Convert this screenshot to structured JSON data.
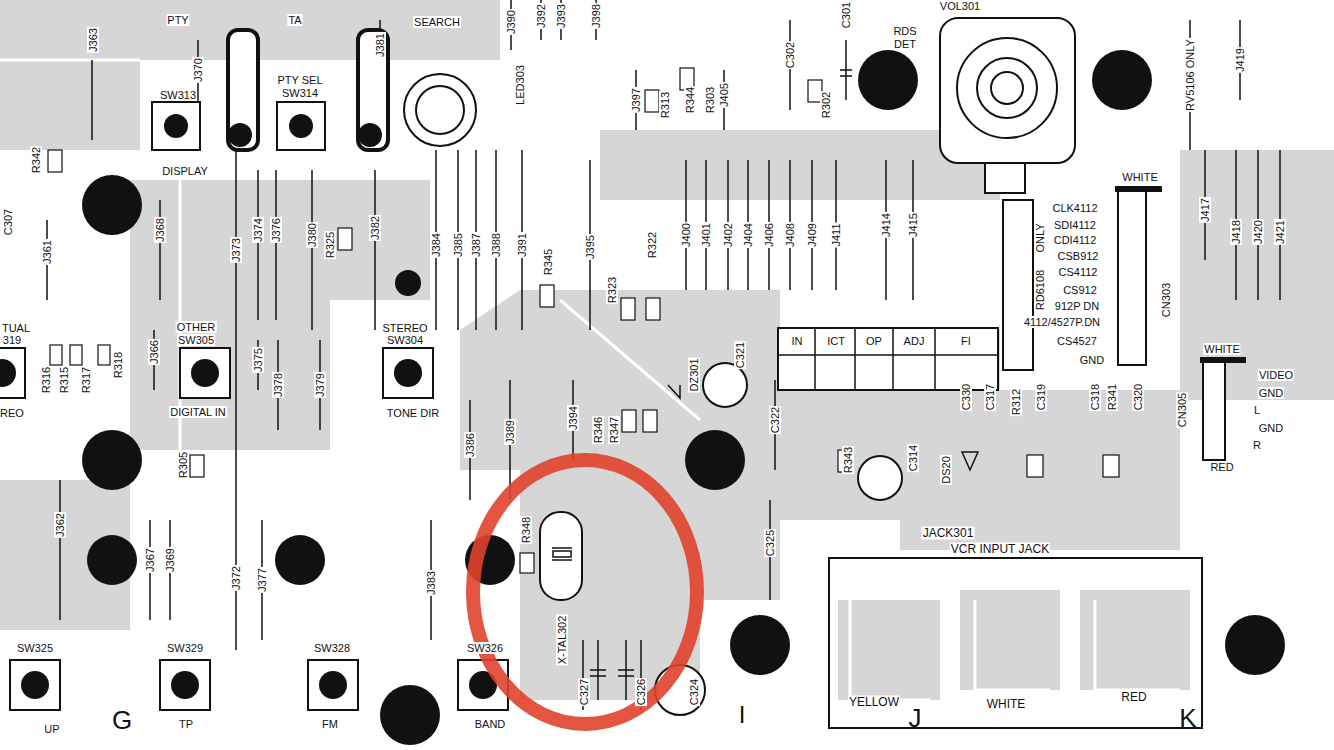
{
  "diagram": {
    "nodes": [
      {
        "text": [
          "JACK301",
          "VCR INPUT JACK",
          "YELLOW",
          "WHITE",
          "RED"
        ]
      }
    ],
    "labels": [
      "PTY",
      "TA",
      "SEARCH",
      "J390",
      "J392",
      "J393",
      "J398",
      "J363",
      "J370",
      "J381",
      "PTY SEL",
      "SW314",
      "SW313",
      "DISPLAY",
      "LED303",
      "J397",
      "R313",
      "R344",
      "R303",
      "J405",
      "C302",
      "R302",
      "C301",
      "RDS DET",
      "VOL301",
      "RV5106 ONLY",
      "J419",
      "R342",
      "C307",
      "J361",
      "J368",
      "J373",
      "J374",
      "J376",
      "J380",
      "R325",
      "J382",
      "J384",
      "J385",
      "J387",
      "J388",
      "J391",
      "R345",
      "J395",
      "R322",
      "J400",
      "J401",
      "J402",
      "J404",
      "J406",
      "J408",
      "J409",
      "J411",
      "J414",
      "J415",
      "R323",
      "CLK4112",
      "SDI4112",
      "CDI4112",
      "CSB912",
      "CS4112",
      "CS912",
      "912P DN",
      "4112/4527P.DN",
      "CS4527",
      "GND",
      "ONLY",
      "RD6108",
      "WHITE",
      "CN303",
      "J417",
      "J418",
      "J420",
      "J421",
      "TUAL",
      "319",
      "R316",
      "R315",
      "R317",
      "R318",
      "J366",
      "OTHER",
      "SW305",
      "DIGITAL IN",
      "REO",
      "J375",
      "J378",
      "J379",
      "STEREO",
      "SW304",
      "TONE DIR",
      "IN",
      "ICT",
      "OP",
      "ADJ",
      "FI",
      "DZ301",
      "C321",
      "C322",
      "J394",
      "R346",
      "R347",
      "J386",
      "J389",
      "R305",
      "J362",
      "J367",
      "J369",
      "J372",
      "J377",
      "J383",
      "R348",
      "X-TAL302",
      "C325",
      "C327",
      "C326",
      "C324",
      "R343",
      "C314",
      "C330",
      "C317",
      "R312",
      "C319",
      "C318",
      "R341",
      "C320",
      "DS20",
      "VIDEO",
      "GND",
      "L",
      "GND",
      "R",
      "WHITE",
      "RED",
      "CN305",
      "SW325",
      "UP",
      "G",
      "SW329",
      "TP",
      "SW328",
      "FM",
      "SW326",
      "BAND",
      "I",
      "J",
      "K"
    ]
  }
}
